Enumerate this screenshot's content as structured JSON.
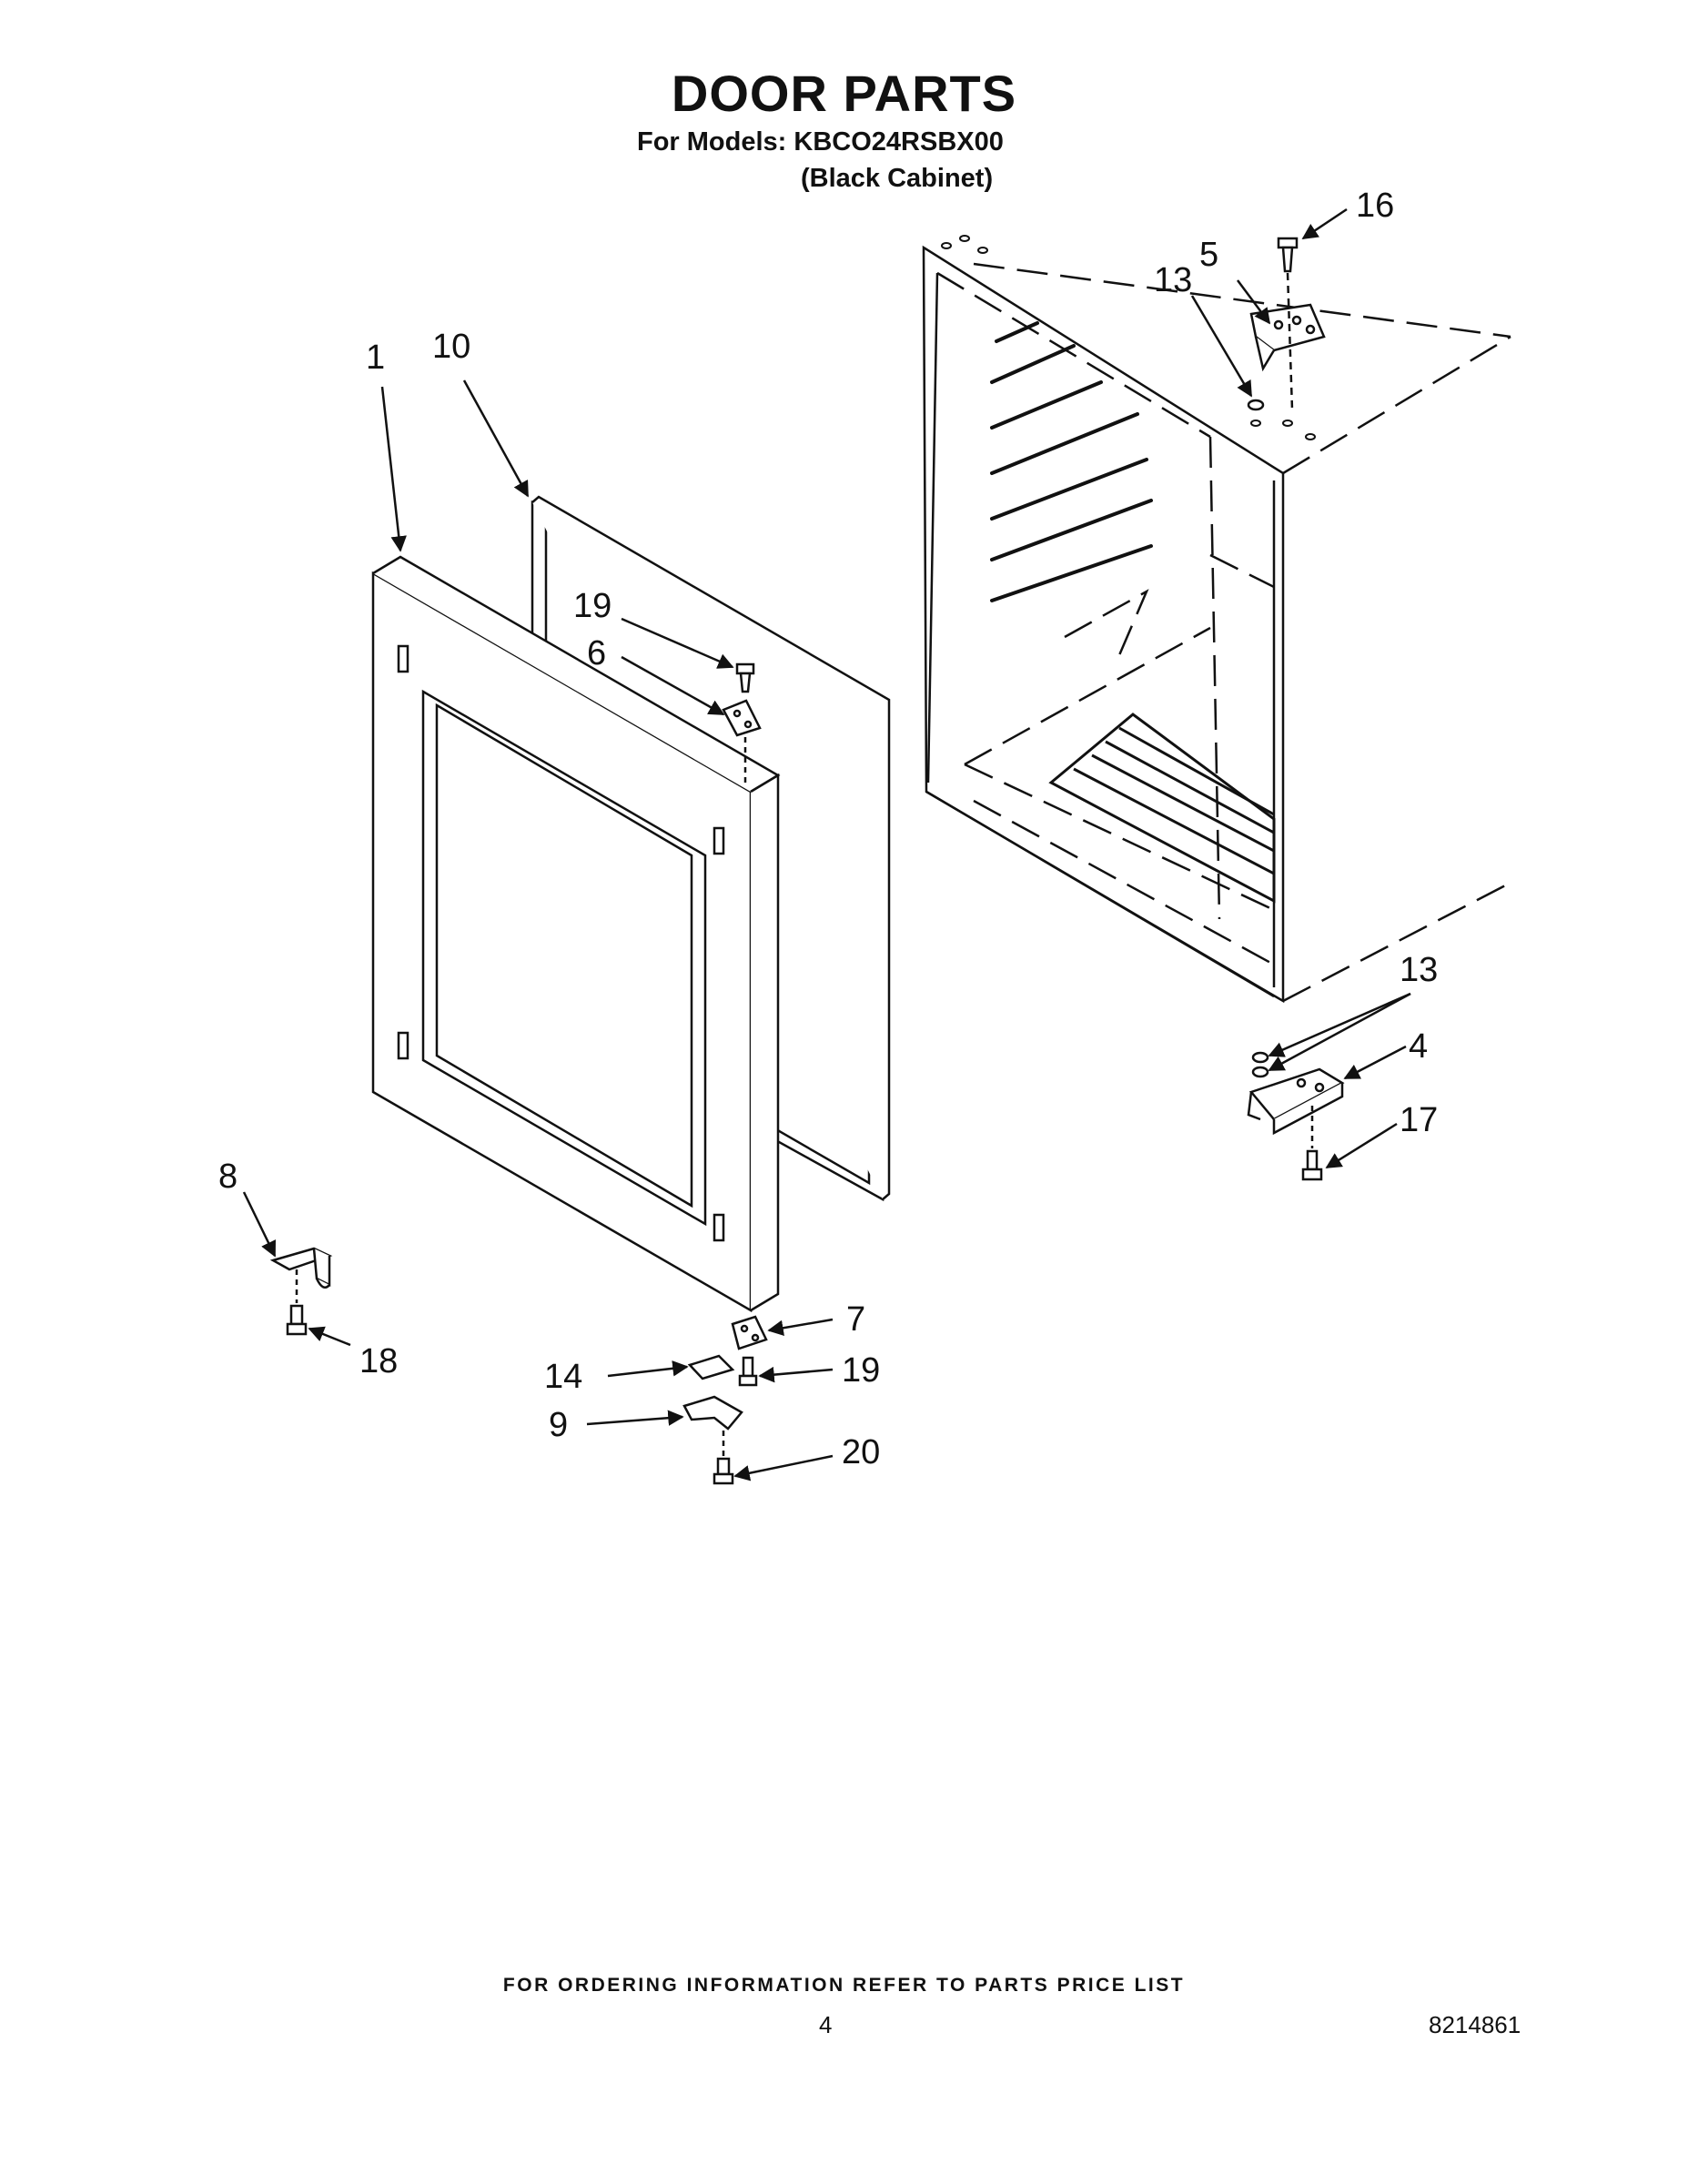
{
  "header": {
    "title": "DOOR PARTS",
    "models_line": "For Models: KBCO24RSBX00",
    "cabinet_note": "(Black Cabinet)"
  },
  "callouts": [
    "16",
    "5",
    "13",
    "1",
    "10",
    "19",
    "6",
    "13",
    "4",
    "17",
    "8",
    "18",
    "7",
    "19",
    "14",
    "9",
    "20"
  ],
  "footer": {
    "ordering_note": "FOR ORDERING INFORMATION REFER TO PARTS PRICE LIST",
    "page_number": "4",
    "doc_number": "8214861"
  }
}
